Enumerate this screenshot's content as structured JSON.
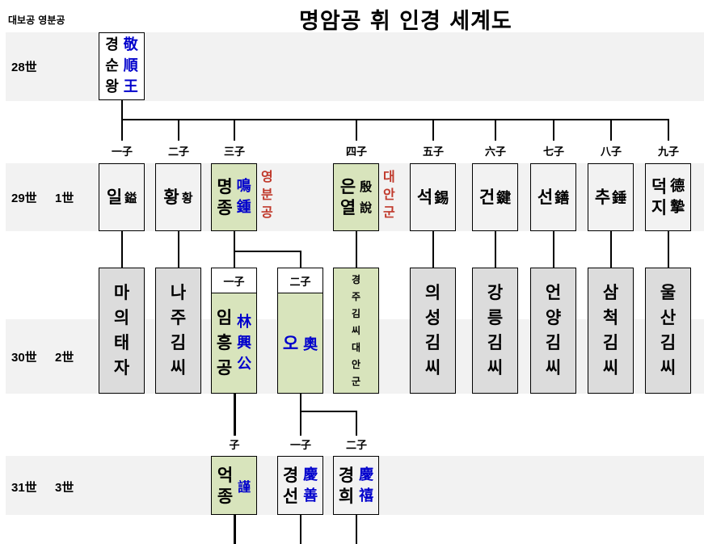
{
  "header": {
    "left_label": "대보공 영분공",
    "title": "명암공 휘 인경 세계도"
  },
  "generations": [
    {
      "label": "28世",
      "sub": ""
    },
    {
      "label": "29世",
      "sub": "1世"
    },
    {
      "label": "30世",
      "sub": "2世"
    },
    {
      "label": "31世",
      "sub": "3世"
    }
  ],
  "root": {
    "hangul": [
      "경",
      "순",
      "왕"
    ],
    "hanja": [
      "敬",
      "順",
      "王"
    ]
  },
  "sons": [
    {
      "rank": "一子",
      "hangul": "일",
      "hanja": "鎰"
    },
    {
      "rank": "二子",
      "hangul": "황",
      "hanja": "황"
    },
    {
      "rank": "三子",
      "hangul": [
        "명",
        "종"
      ],
      "hanja": [
        "鳴",
        "鍾"
      ],
      "note": [
        "영",
        "분",
        "공"
      ]
    },
    {
      "rank": "四子",
      "hangul": [
        "은",
        "열"
      ],
      "hanja": [
        "殷",
        "說"
      ],
      "note": [
        "대",
        "안",
        "군"
      ]
    },
    {
      "rank": "五子",
      "hangul": "석",
      "hanja": "錫"
    },
    {
      "rank": "六子",
      "hangul": "건",
      "hanja": "鍵"
    },
    {
      "rank": "七子",
      "hangul": "선",
      "hanja": "鐥"
    },
    {
      "rank": "八子",
      "hangul": "추",
      "hanja": "錘"
    },
    {
      "rank": "九子",
      "hangul": [
        "덕",
        "지"
      ],
      "hanja": [
        "德",
        "摯"
      ]
    }
  ],
  "clans": [
    [
      "마",
      "의",
      "태",
      "자"
    ],
    [
      "나",
      "주",
      "김",
      "씨"
    ],
    [
      "경",
      "주",
      "김",
      "씨",
      "대",
      "안",
      "군"
    ],
    [
      "의",
      "성",
      "김",
      "씨"
    ],
    [
      "강",
      "릉",
      "김",
      "씨"
    ],
    [
      "언",
      "양",
      "김",
      "씨"
    ],
    [
      "삼",
      "척",
      "김",
      "씨"
    ],
    [
      "울",
      "산",
      "김",
      "씨"
    ]
  ],
  "gen30": [
    {
      "rank": "一子",
      "hangul": [
        "임",
        "흥",
        "공"
      ],
      "hanja": [
        "林",
        "興",
        "公"
      ]
    },
    {
      "rank": "二子",
      "hangul": "오",
      "hanja": "奧"
    }
  ],
  "gen31": [
    {
      "rank": "子",
      "hangul": [
        "억",
        "종"
      ],
      "hanja": "謹"
    },
    {
      "rank": "一子",
      "hangul": [
        "경",
        "선"
      ],
      "hanja": [
        "慶",
        "善"
      ]
    },
    {
      "rank": "二子",
      "hangul": [
        "경",
        "희"
      ],
      "hanja": [
        "慶",
        "禧"
      ]
    }
  ]
}
